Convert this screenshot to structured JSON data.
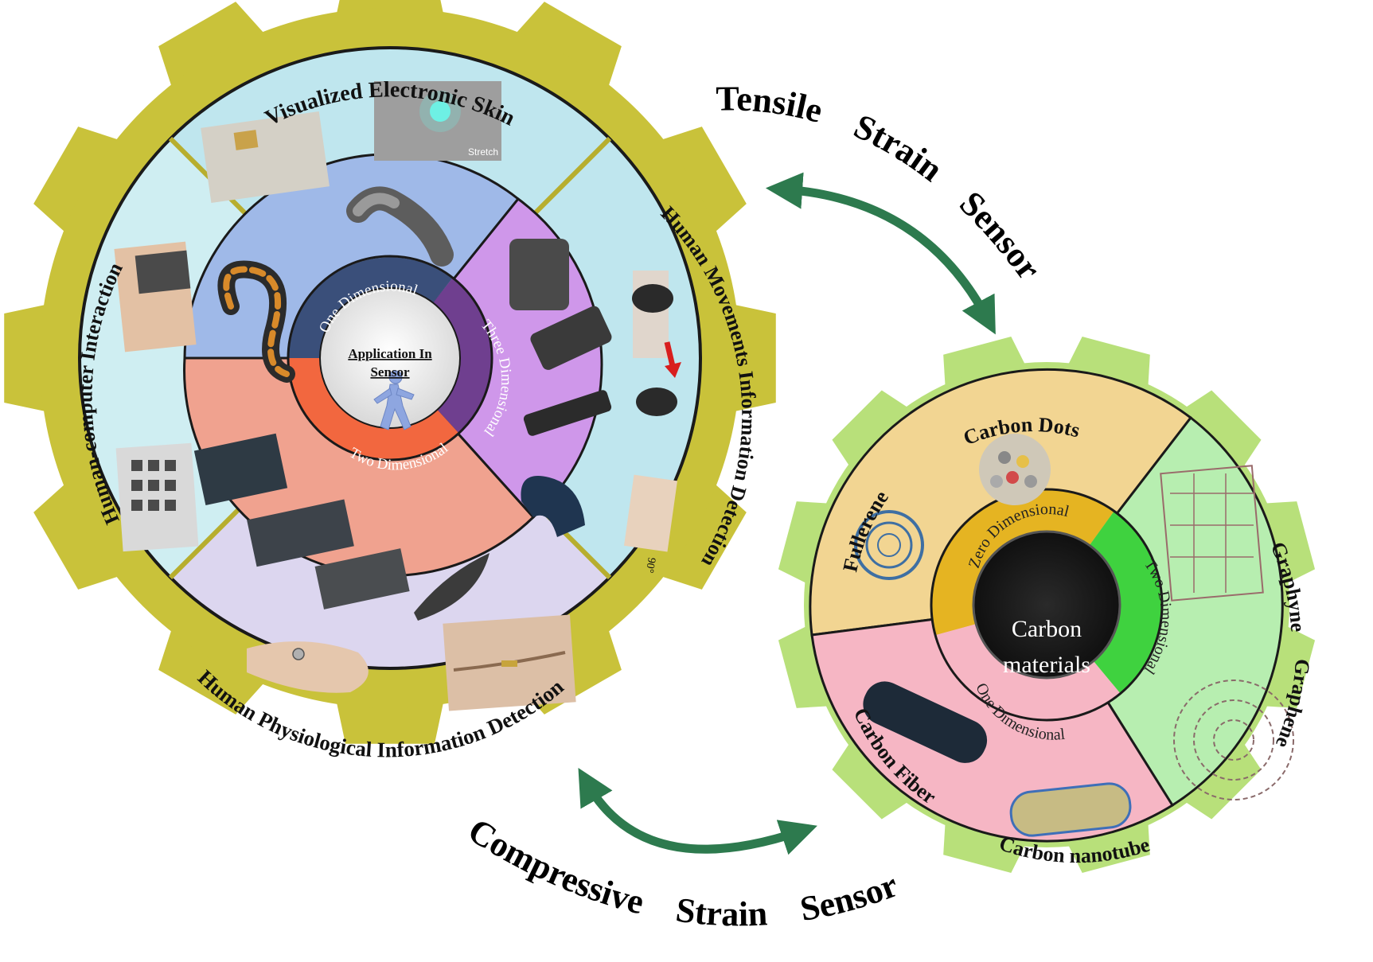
{
  "flow": {
    "tensile": [
      "Tensile",
      "Strain",
      "Sensor"
    ],
    "compressive": [
      "Compressive",
      "Strain",
      "Sensor"
    ]
  },
  "application_gear": {
    "hub_title": "Application In Sensor",
    "ring": {
      "one": "One Dimensional",
      "two": "Two Dimensional",
      "three": "Three Dimensional"
    },
    "outer": {
      "top": "Visualized Electronic Skin",
      "right": "Human Movements Information Detection",
      "bottom": "Human Physiological Information Detection",
      "left": "Human-computer Interaction"
    },
    "photo_captions": {
      "stretch": "Stretch",
      "angle": "90°"
    }
  },
  "carbon_gear": {
    "hub_title": "Carbon materials",
    "ring": {
      "zero": "Zero Dimensional",
      "one": "One Dimensional",
      "two": "Two Dimensional"
    },
    "materials": {
      "carbon_dots": "Carbon Dots",
      "fullerene": "Fullerene",
      "graphyne": "Graphyne",
      "graphene": "Graphene",
      "carbon_fiber": "Carbon Fiber",
      "carbon_nanotube": "Carbon nanotube"
    }
  },
  "colors": {
    "gear_left": "#c9c23a",
    "gear_right": "#b8e07a",
    "outer_ring_blue": "#bfe6ee",
    "outer_ring_lavender": "#dcd6ef",
    "one_dim_blue": "#9fb9e8",
    "two_dim_salmon": "#f0a28f",
    "three_dim_purple": "#cf97ea",
    "ring_one": "#3a4f7a",
    "ring_two": "#f2673f",
    "ring_three": "#6f3f8f",
    "zero_yellow": "#f2d592",
    "one_pink": "#f6b6c4",
    "two_green": "#b7eeb0",
    "ring_zero": "#e5b422",
    "ring_two_green": "#3fd23f",
    "arrow_green": "#2d7a4e"
  }
}
